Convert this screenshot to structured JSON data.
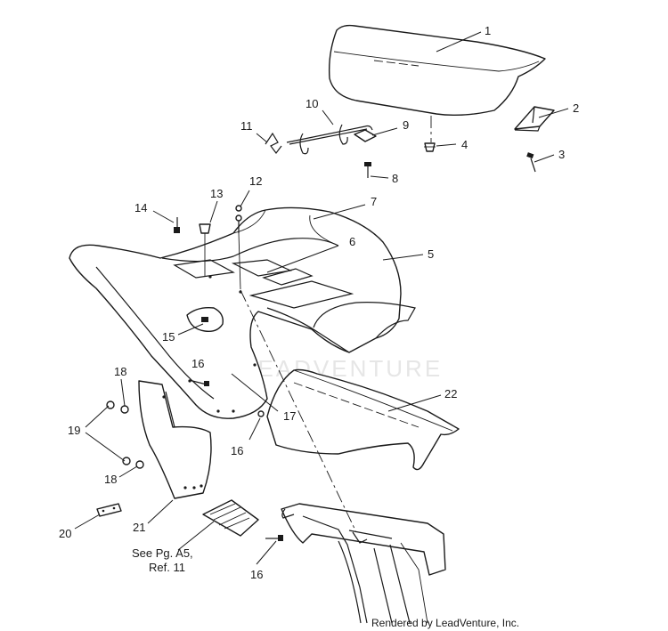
{
  "diagram": {
    "callouts": {
      "c1": "1",
      "c2": "2",
      "c3": "3",
      "c4": "4",
      "c5": "5",
      "c6": "6",
      "c7": "7",
      "c8": "8",
      "c9": "9",
      "c10": "10",
      "c11": "11",
      "c12": "12",
      "c13": "13",
      "c14": "14",
      "c15": "15",
      "c16": "16",
      "c17": "17",
      "c18": "18",
      "c19": "19",
      "c20": "20",
      "c21": "21",
      "c22": "22"
    },
    "reference_note": {
      "line1": "See Pg. A5,",
      "line2": "Ref. 11"
    },
    "watermark": "LEADVENTURE",
    "credit": "Rendered by LeadVenture, Inc."
  }
}
